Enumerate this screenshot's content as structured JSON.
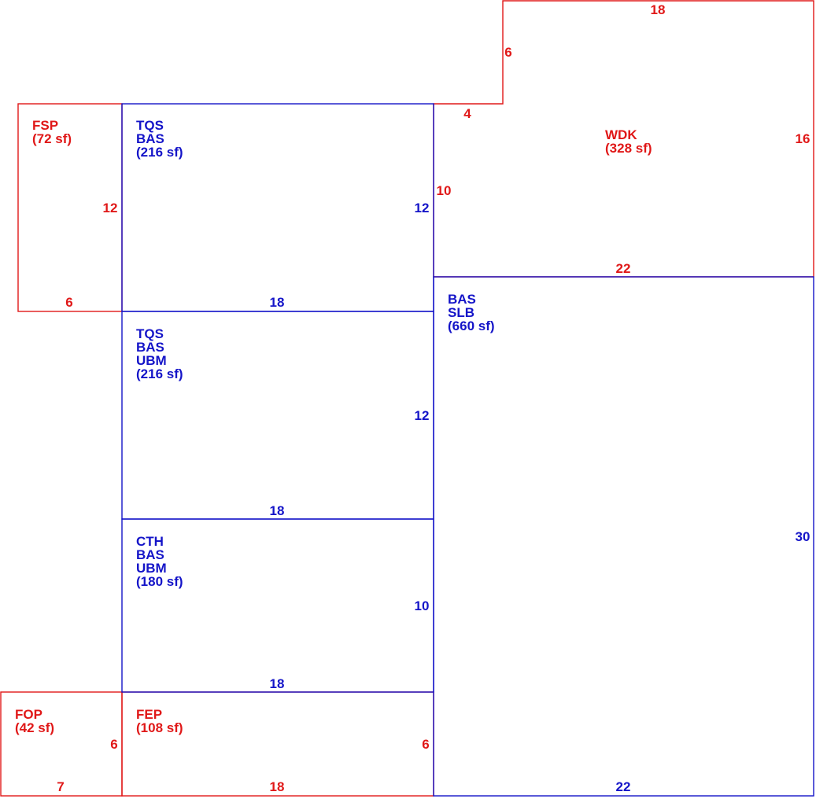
{
  "colors": {
    "living_area": "#1414c8",
    "exterior": "#e01818"
  },
  "areas": [
    {
      "id": "fsp",
      "kind": "exterior",
      "lines": [
        "FSP",
        "(72 sf)"
      ]
    },
    {
      "id": "tqs-bas",
      "kind": "living_area",
      "lines": [
        "TQS",
        "BAS",
        "(216 sf)"
      ]
    },
    {
      "id": "wdk",
      "kind": "exterior",
      "lines": [
        "WDK",
        "(328 sf)"
      ]
    },
    {
      "id": "bas-slb",
      "kind": "living_area",
      "lines": [
        "BAS",
        "SLB",
        "(660 sf)"
      ]
    },
    {
      "id": "tqs-bas-ubm",
      "kind": "living_area",
      "lines": [
        "TQS",
        "BAS",
        "UBM",
        "(216 sf)"
      ]
    },
    {
      "id": "cth-bas-ubm",
      "kind": "living_area",
      "lines": [
        "CTH",
        "BAS",
        "UBM",
        "(180 sf)"
      ]
    },
    {
      "id": "fop",
      "kind": "exterior",
      "lines": [
        "FOP",
        "(42 sf)"
      ]
    },
    {
      "id": "fep",
      "kind": "exterior",
      "lines": [
        "FEP",
        "(108 sf)"
      ]
    }
  ],
  "dimensions": [
    {
      "id": "wdk-top",
      "kind": "exterior",
      "text": "18"
    },
    {
      "id": "wdk-step-left",
      "kind": "exterior",
      "text": "6"
    },
    {
      "id": "wdk-step-bottom",
      "kind": "exterior",
      "text": "4"
    },
    {
      "id": "wdk-right",
      "kind": "exterior",
      "text": "16"
    },
    {
      "id": "wdk-left",
      "kind": "exterior",
      "text": "10"
    },
    {
      "id": "wdk-bottom",
      "kind": "exterior",
      "text": "22"
    },
    {
      "id": "fsp-right",
      "kind": "exterior",
      "text": "12"
    },
    {
      "id": "fsp-bottom",
      "kind": "exterior",
      "text": "6"
    },
    {
      "id": "tqs-bas-right",
      "kind": "living_area",
      "text": "12"
    },
    {
      "id": "tqs-bas-bottom",
      "kind": "living_area",
      "text": "18"
    },
    {
      "id": "tqs-bas-ubm-right",
      "kind": "living_area",
      "text": "12"
    },
    {
      "id": "tqs-bas-ubm-bottom",
      "kind": "living_area",
      "text": "18"
    },
    {
      "id": "cth-bas-ubm-right",
      "kind": "living_area",
      "text": "10"
    },
    {
      "id": "cth-bas-ubm-bottom",
      "kind": "living_area",
      "text": "18"
    },
    {
      "id": "bas-slb-right",
      "kind": "living_area",
      "text": "30"
    },
    {
      "id": "bas-slb-bottom",
      "kind": "living_area",
      "text": "22"
    },
    {
      "id": "fop-right",
      "kind": "exterior",
      "text": "6"
    },
    {
      "id": "fop-bottom",
      "kind": "exterior",
      "text": "7"
    },
    {
      "id": "fep-right",
      "kind": "exterior",
      "text": "6"
    },
    {
      "id": "fep-bottom",
      "kind": "exterior",
      "text": "18"
    }
  ]
}
